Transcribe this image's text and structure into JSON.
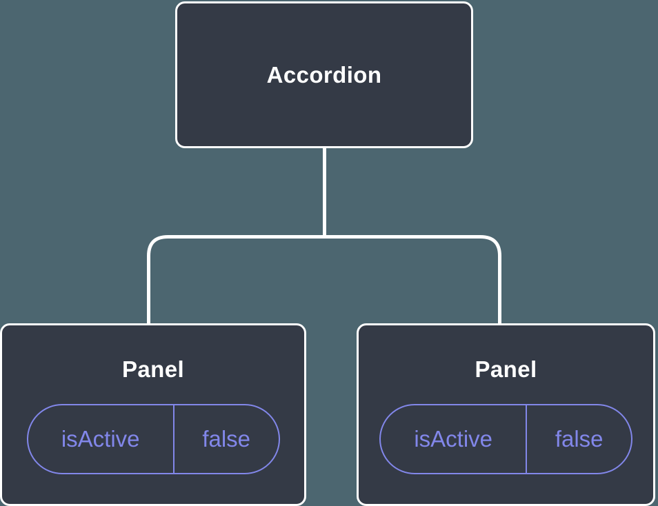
{
  "tree": {
    "root": {
      "label": "Accordion"
    },
    "children": [
      {
        "label": "Panel",
        "state": {
          "key": "isActive",
          "value": "false"
        }
      },
      {
        "label": "Panel",
        "state": {
          "key": "isActive",
          "value": "false"
        }
      }
    ]
  },
  "colors": {
    "background": "#4c6670",
    "node_fill": "#343a46",
    "node_border": "#ffffff",
    "connector": "#ffffff",
    "accent": "#8287ea",
    "title_text": "#ffffff"
  }
}
